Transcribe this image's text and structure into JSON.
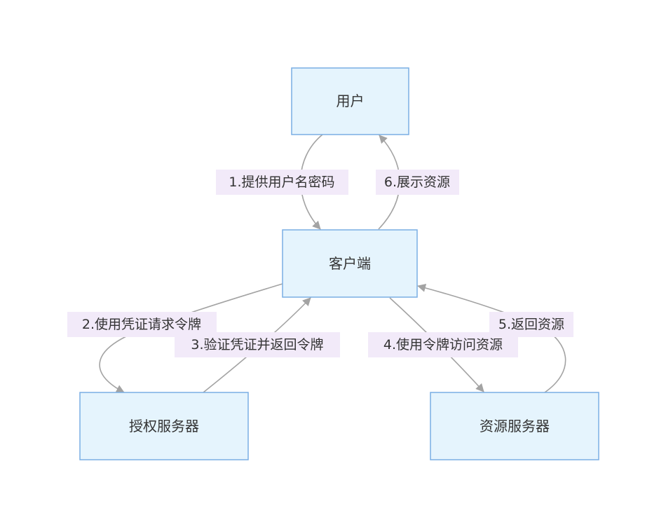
{
  "nodes": {
    "user": "用户",
    "client": "客户端",
    "auth_server": "授权服务器",
    "resource_server": "资源服务器"
  },
  "edges": {
    "e1": "1.提供用户名密码",
    "e2": "2.使用凭证请求令牌",
    "e3": "3.验证凭证并返回令牌",
    "e4": "4.使用令牌访问资源",
    "e5": "5.返回资源",
    "e6": "6.展示资源"
  },
  "colors": {
    "node_fill": "#e5f4fd",
    "node_stroke": "#7aaee4",
    "edge_stroke": "#a3a3a3",
    "label_bg": "#f2eaf9",
    "text": "#333333"
  }
}
